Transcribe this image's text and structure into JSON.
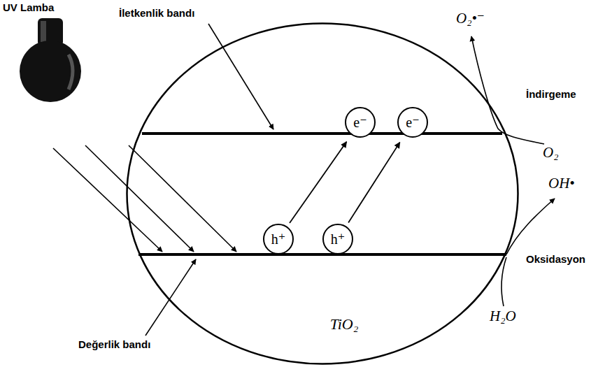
{
  "diagram": {
    "nodes": [
      {
        "text": [
          "TiO₂"
        ]
      },
      {
        "text": [
          "e⁻"
        ],
        "in": 0
      },
      {
        "text": [
          "e⁻"
        ],
        "in": 0
      },
      {
        "text": [
          "h⁺"
        ],
        "in": 0
      },
      {
        "text": [
          "h⁺"
        ],
        "in": 0
      }
    ],
    "edges": [
      {
        "from": 3,
        "to": 1,
        "arrow": "to"
      },
      {
        "from": 4,
        "to": 2,
        "arrow": "to"
      }
    ],
    "labels": [
      "UV Lamba",
      "İletkenlik bandı",
      "O₂•⁻",
      "İndirgeme",
      "O₂",
      "OH•",
      "Oksidasyon",
      "H₂O",
      "Değerlik bandı"
    ]
  }
}
